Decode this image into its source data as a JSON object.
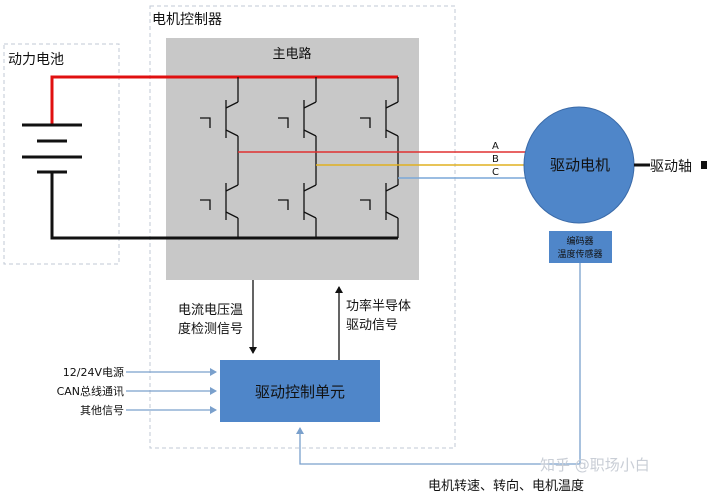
{
  "battery_box": {
    "title": "动力电池"
  },
  "controller_box": {
    "title": "电机控制器"
  },
  "main_circuit": {
    "title": "主电路"
  },
  "phases": {
    "a": "A",
    "b": "B",
    "c": "C"
  },
  "motor": {
    "label": "驱动电机"
  },
  "shaft": {
    "label": "驱动轴"
  },
  "encoder": {
    "line1": "编码器",
    "line2": "温度传感器"
  },
  "feedback_down": {
    "line1": "电流电压温",
    "line2": "度检测信号"
  },
  "drive_up": {
    "line1": "功率半导体",
    "line2": "驱动信号"
  },
  "control_unit": {
    "label": "驱动控制单元"
  },
  "inputs": {
    "power": "12/24V电源",
    "can": "CAN总线通讯",
    "other": "其他信号"
  },
  "bottom_feedback": "电机转速、转向、电机温度",
  "watermark": "知乎 @职场小白",
  "colors": {
    "positive_bus": "#e01010",
    "phase_a": "#e03030",
    "phase_b": "#e0b020",
    "phase_c": "#7aa7d8",
    "blue_fill": "#4f86c9",
    "gray_fill": "#c8c8c8",
    "signal_line": "#7aa0cc"
  }
}
